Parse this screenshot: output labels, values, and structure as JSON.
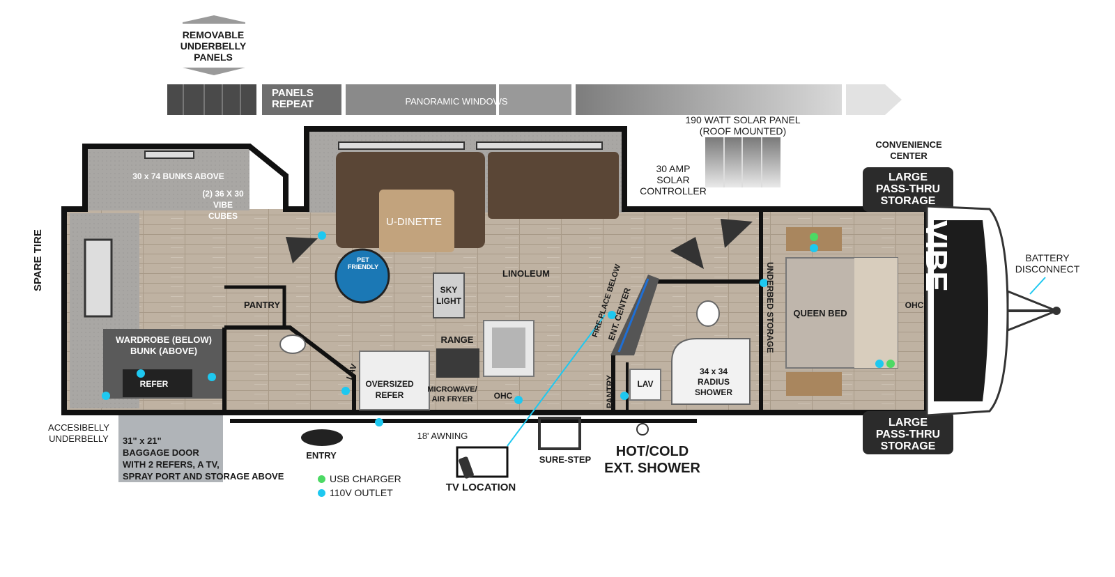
{
  "colors": {
    "wall": "#111111",
    "floor": "#b9aa98",
    "carpet": "#a8a6a3",
    "cabinet": "#6b5a4a",
    "usb": "#4cd964",
    "outlet": "#1ec8f0",
    "dark_panel": "#2b2b2b"
  },
  "top_banner": {
    "removable": "REMOVABLE\nUNDERBELLY\nPANELS",
    "panels_repeat": "PANELS\nREPEAT",
    "panoramic": "PANORAMIC WINDOWS"
  },
  "solar": {
    "panel": "190 WATT SOLAR PANEL\n(ROOF MOUNTED)",
    "controller": "30 AMP\nSOLAR\nCONTROLLER"
  },
  "front": {
    "convenience": "CONVENIENCE\nCENTER",
    "storage_top": "LARGE\nPASS-THRU\nSTORAGE",
    "storage_bottom": "LARGE\nPASS-THRU\nSTORAGE",
    "battery": "BATTERY\nDISCONNECT",
    "brand": "VIBE"
  },
  "rooms": {
    "bunks_above": "30 x 74 BUNKS ABOVE",
    "cubes": "(2) 36 X 30\nVIBE\nCUBES",
    "u_dinette": "U-DINETTE",
    "pet_friendly": "PET\nFRIENDLY",
    "sky_light": "SKY\nLIGHT",
    "linoleum": "LINOLEUM",
    "pantry_rear": "PANTRY",
    "wardrobe": "WARDROBE (BELOW)\nBUNK (ABOVE)",
    "refer_small": "REFER",
    "lav_rear": "LAV",
    "range": "RANGE",
    "oversized_refer": "OVERSIZED\nREFER",
    "microwave": "MICROWAVE/\nAIR FRYER",
    "ohc_kitchen": "OHC",
    "fireplace": "FIRE PLACE BELOW",
    "ent_center": "ENT. CENTER",
    "pantry_front": "PANTRY",
    "lav_front": "LAV",
    "shower": "34 x 34\nRADIUS\nSHOWER",
    "underbed": "UNDERBED STORAGE",
    "queen_bed": "QUEEN BED",
    "ohc_bed": "OHC"
  },
  "exterior": {
    "spare_tire": "SPARE TIRE",
    "accessibly": "ACCESIBELLY\nUNDERBELLY",
    "baggage": "31\" x 21\"\nBAGGAGE DOOR\nWITH 2 REFERS, A TV,\nSPRAY PORT AND STORAGE ABOVE",
    "entry": "ENTRY",
    "awning": "18' AWNING",
    "tv_location": "TV LOCATION",
    "sure_step": "SURE-STEP",
    "ext_shower": "HOT/COLD\nEXT. SHOWER"
  },
  "legend": {
    "usb": "USB CHARGER",
    "outlet": "110V OUTLET"
  }
}
